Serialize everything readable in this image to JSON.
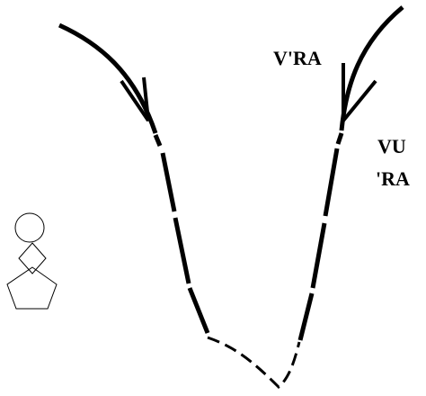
{
  "labels": {
    "left_branch": "V'RA",
    "right_top": "VU",
    "right_bottom": "'RA"
  },
  "colors": {
    "stroke": "#000000",
    "background": "#ffffff"
  },
  "icons": {
    "figure": "circle-diamond-pentagon-icon"
  }
}
